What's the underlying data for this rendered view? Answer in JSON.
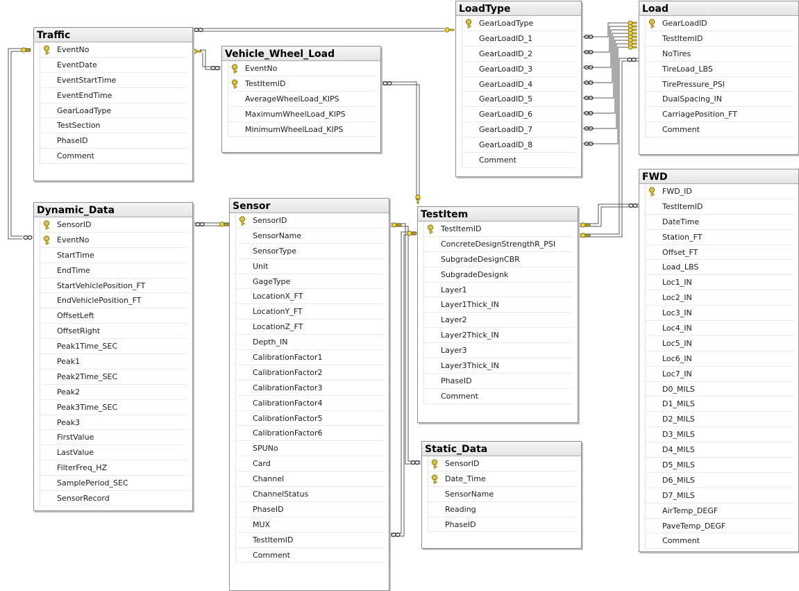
{
  "tables": {
    "traffic": {
      "title": "Traffic",
      "columns": [
        {
          "name": "EventNo",
          "key": true
        },
        {
          "name": "EventDate",
          "key": false
        },
        {
          "name": "EventStartTime",
          "key": false
        },
        {
          "name": "EventEndTime",
          "key": false
        },
        {
          "name": "GearLoadType",
          "key": false
        },
        {
          "name": "TestSection",
          "key": false
        },
        {
          "name": "PhaseID",
          "key": false
        },
        {
          "name": "Comment",
          "key": false
        }
      ]
    },
    "vehicle_wheel_load": {
      "title": "Vehicle_Wheel_Load",
      "columns": [
        {
          "name": "EventNo",
          "key": true
        },
        {
          "name": "TestItemID",
          "key": true
        },
        {
          "name": "AverageWheelLoad_KIPS",
          "key": false
        },
        {
          "name": "MaximumWheelLoad_KIPS",
          "key": false
        },
        {
          "name": "MinimumWheelLoad_KIPS",
          "key": false
        }
      ]
    },
    "loadtype": {
      "title": "LoadType",
      "columns": [
        {
          "name": "GearLoadType",
          "key": true
        },
        {
          "name": "GearLoadID_1",
          "key": false
        },
        {
          "name": "GearLoadID_2",
          "key": false
        },
        {
          "name": "GearLoadID_3",
          "key": false
        },
        {
          "name": "GearLoadID_4",
          "key": false
        },
        {
          "name": "GearLoadID_5",
          "key": false
        },
        {
          "name": "GearLoadID_6",
          "key": false
        },
        {
          "name": "GearLoadID_7",
          "key": false
        },
        {
          "name": "GearLoadID_8",
          "key": false
        },
        {
          "name": "Comment",
          "key": false
        }
      ]
    },
    "load": {
      "title": "Load",
      "columns": [
        {
          "name": "GearLoadID",
          "key": true
        },
        {
          "name": "TestItemID",
          "key": false
        },
        {
          "name": "NoTires",
          "key": false
        },
        {
          "name": "TireLoad_LBS",
          "key": false
        },
        {
          "name": "TirePressure_PSI",
          "key": false
        },
        {
          "name": "DualSpacing_IN",
          "key": false
        },
        {
          "name": "CarriagePosition_FT",
          "key": false
        },
        {
          "name": "Comment",
          "key": false
        }
      ]
    },
    "dynamic_data": {
      "title": "Dynamic_Data",
      "columns": [
        {
          "name": "SensorID",
          "key": true
        },
        {
          "name": "EventNo",
          "key": true
        },
        {
          "name": "StartTime",
          "key": false
        },
        {
          "name": "EndTime",
          "key": false
        },
        {
          "name": "StartVehiclePosition_FT",
          "key": false
        },
        {
          "name": "EndVehiclePosition_FT",
          "key": false
        },
        {
          "name": "OffsetLeft",
          "key": false
        },
        {
          "name": "OffsetRight",
          "key": false
        },
        {
          "name": "Peak1Time_SEC",
          "key": false
        },
        {
          "name": "Peak1",
          "key": false
        },
        {
          "name": "Peak2Time_SEC",
          "key": false
        },
        {
          "name": "Peak2",
          "key": false
        },
        {
          "name": "Peak3Time_SEC",
          "key": false
        },
        {
          "name": "Peak3",
          "key": false
        },
        {
          "name": "FirstValue",
          "key": false
        },
        {
          "name": "LastValue",
          "key": false
        },
        {
          "name": "FilterFreq_HZ",
          "key": false
        },
        {
          "name": "SamplePeriod_SEC",
          "key": false
        },
        {
          "name": "SensorRecord",
          "key": false
        }
      ]
    },
    "sensor": {
      "title": "Sensor",
      "columns": [
        {
          "name": "SensorID",
          "key": true
        },
        {
          "name": "SensorName",
          "key": false
        },
        {
          "name": "SensorType",
          "key": false
        },
        {
          "name": "Unit",
          "key": false
        },
        {
          "name": "GageType",
          "key": false
        },
        {
          "name": "LocationX_FT",
          "key": false
        },
        {
          "name": "LocationY_FT",
          "key": false
        },
        {
          "name": "LocationZ_FT",
          "key": false
        },
        {
          "name": "Depth_IN",
          "key": false
        },
        {
          "name": "CalibrationFactor1",
          "key": false
        },
        {
          "name": "CalibrationFactor2",
          "key": false
        },
        {
          "name": "CalibrationFactor3",
          "key": false
        },
        {
          "name": "CalibrationFactor4",
          "key": false
        },
        {
          "name": "CalibrationFactor5",
          "key": false
        },
        {
          "name": "CalibrationFactor6",
          "key": false
        },
        {
          "name": "SPUNo",
          "key": false
        },
        {
          "name": "Card",
          "key": false
        },
        {
          "name": "Channel",
          "key": false
        },
        {
          "name": "ChannelStatus",
          "key": false
        },
        {
          "name": "PhaseID",
          "key": false
        },
        {
          "name": "MUX",
          "key": false
        },
        {
          "name": "TestItemID",
          "key": false
        },
        {
          "name": "Comment",
          "key": false
        }
      ]
    },
    "testitem": {
      "title": "TestItem",
      "columns": [
        {
          "name": "TestItemID",
          "key": true
        },
        {
          "name": "ConcreteDesignStrengthR_PSI",
          "key": false
        },
        {
          "name": "SubgradeDesignCBR",
          "key": false
        },
        {
          "name": "SubgradeDesignk",
          "key": false
        },
        {
          "name": "Layer1",
          "key": false
        },
        {
          "name": "Layer1Thick_IN",
          "key": false
        },
        {
          "name": "Layer2",
          "key": false
        },
        {
          "name": "Layer2Thick_IN",
          "key": false
        },
        {
          "name": "Layer3",
          "key": false
        },
        {
          "name": "Layer3Thick_IN",
          "key": false
        },
        {
          "name": "PhaseID",
          "key": false
        },
        {
          "name": "Comment",
          "key": false
        }
      ]
    },
    "static_data": {
      "title": "Static_Data",
      "columns": [
        {
          "name": "SensorID",
          "key": true
        },
        {
          "name": "Date_Time",
          "key": true
        },
        {
          "name": "SensorName",
          "key": false
        },
        {
          "name": "Reading",
          "key": false
        },
        {
          "name": "PhaseID",
          "key": false
        }
      ]
    },
    "fwd": {
      "title": "FWD",
      "columns": [
        {
          "name": "FWD_ID",
          "key": true
        },
        {
          "name": "TestItemID",
          "key": false
        },
        {
          "name": "DateTime",
          "key": false
        },
        {
          "name": "Station_FT",
          "key": false
        },
        {
          "name": "Offset_FT",
          "key": false
        },
        {
          "name": "Load_LBS",
          "key": false
        },
        {
          "name": "Loc1_IN",
          "key": false
        },
        {
          "name": "Loc2_IN",
          "key": false
        },
        {
          "name": "Loc3_IN",
          "key": false
        },
        {
          "name": "Loc4_IN",
          "key": false
        },
        {
          "name": "Loc5_IN",
          "key": false
        },
        {
          "name": "Loc6_IN",
          "key": false
        },
        {
          "name": "Loc7_IN",
          "key": false
        },
        {
          "name": "D0_MILS",
          "key": false
        },
        {
          "name": "D1_MILS",
          "key": false
        },
        {
          "name": "D2_MILS",
          "key": false
        },
        {
          "name": "D3_MILS",
          "key": false
        },
        {
          "name": "D4_MILS",
          "key": false
        },
        {
          "name": "D5_MILS",
          "key": false
        },
        {
          "name": "D6_MILS",
          "key": false
        },
        {
          "name": "D7_MILS",
          "key": false
        },
        {
          "name": "AirTemp_DEGF",
          "key": false
        },
        {
          "name": "PaveTemp_DEGF",
          "key": false
        },
        {
          "name": "Comment",
          "key": false
        }
      ]
    }
  },
  "colors": {
    "key_icon": "#f0d43a",
    "connector": "#4a4a4a"
  }
}
